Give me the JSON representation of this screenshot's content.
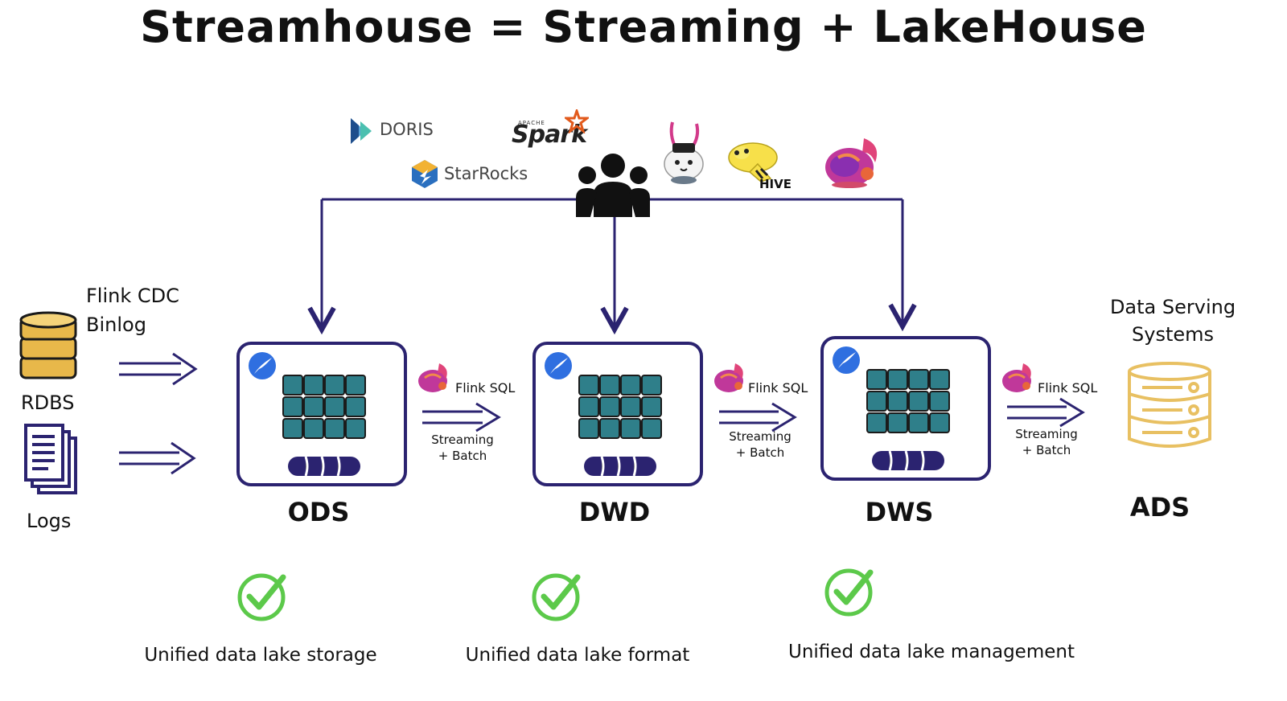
{
  "title": "Streamhouse = Streaming + LakeHouse",
  "engines": {
    "doris": "DORIS",
    "starrocks": "StarRocks",
    "spark_top": "APACHE",
    "spark": "Spark",
    "hive": "HIVE"
  },
  "sources": {
    "label_top": "Flink CDC",
    "label_bottom": "Binlog",
    "rdbs": "RDBS",
    "logs": "Logs"
  },
  "layers": [
    {
      "name": "ODS"
    },
    {
      "name": "DWD"
    },
    {
      "name": "DWS"
    },
    {
      "name": "ADS"
    }
  ],
  "serving": {
    "line1": "Data Serving",
    "line2": "Systems"
  },
  "transforms": [
    {
      "engine": "Flink SQL",
      "line1": "Streaming",
      "line2": "+ Batch"
    },
    {
      "engine": "Flink SQL",
      "line1": "Streaming",
      "line2": "+ Batch"
    },
    {
      "engine": "Flink SQL",
      "line1": "Streaming",
      "line2": "+ Batch"
    }
  ],
  "benefits": [
    "Unified data lake storage",
    "Unified data lake format",
    "Unified data lake management"
  ],
  "colors": {
    "arrow": "#2b2370",
    "grid": "#2f7f8a",
    "cylinder": "#2b2370",
    "gold": "#e8c062",
    "check": "#5cc94a",
    "paimon_badge": "#2f6fe0"
  }
}
